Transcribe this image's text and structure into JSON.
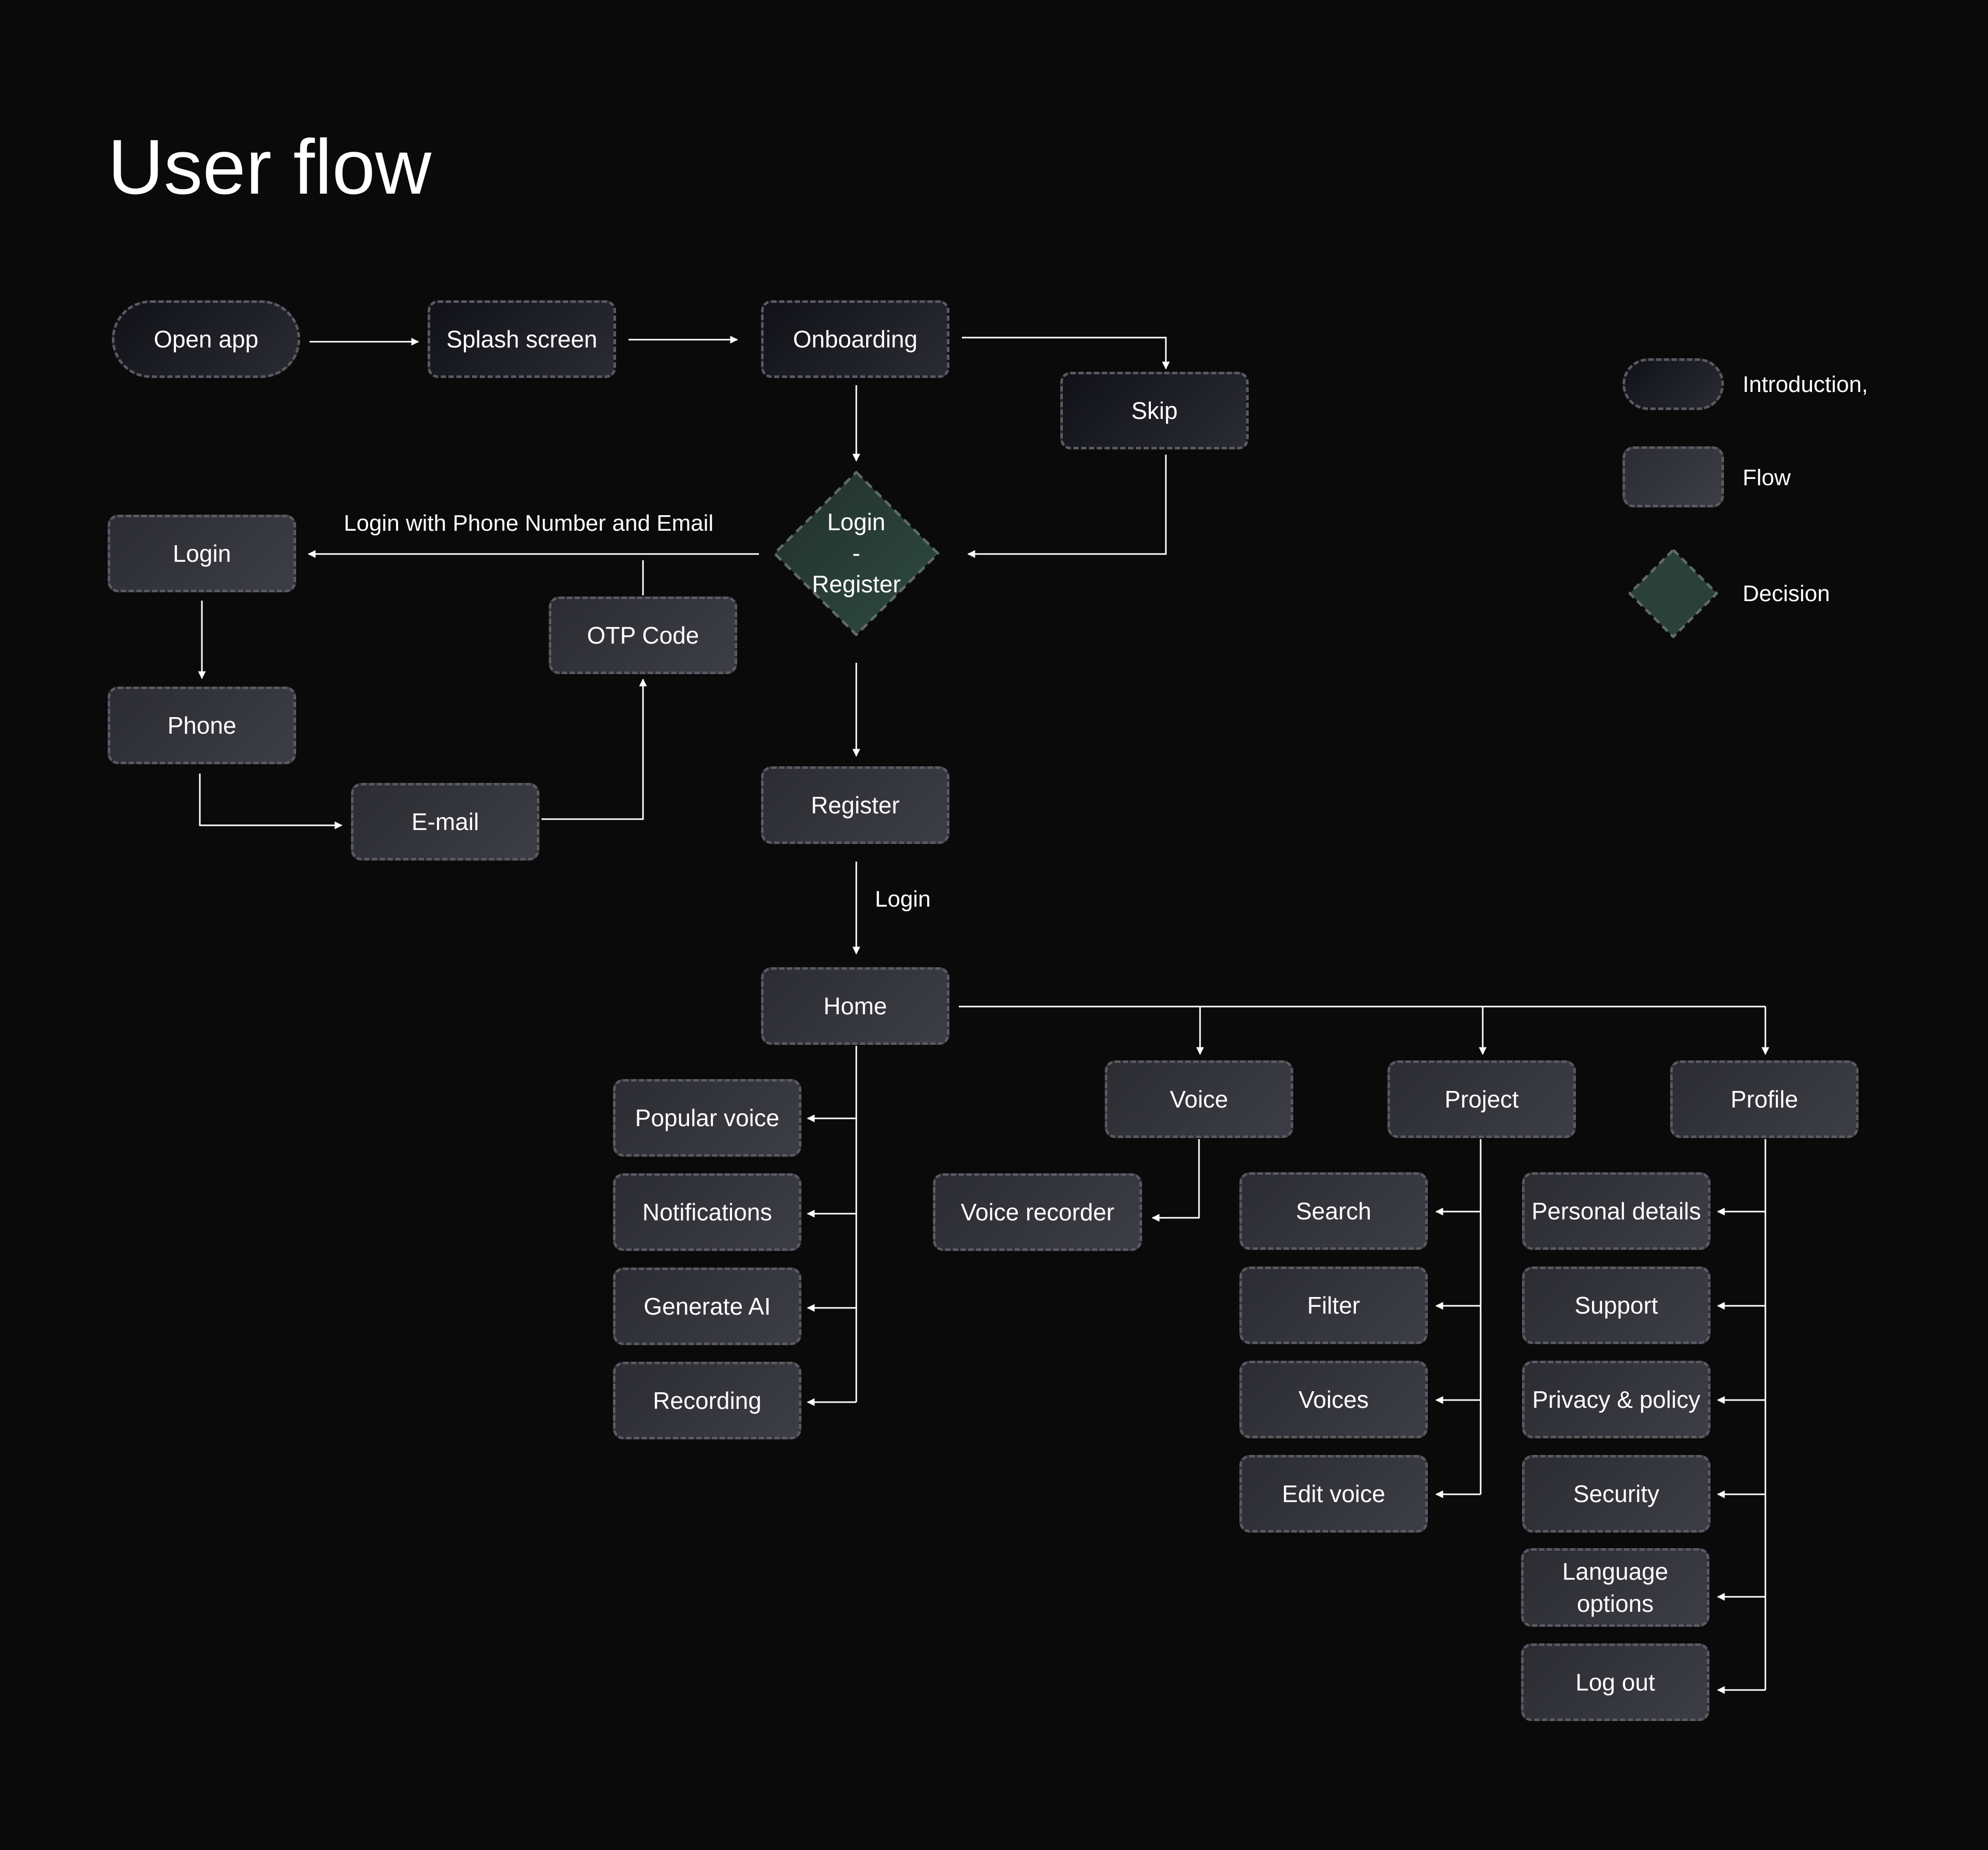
{
  "title": "User flow",
  "colors": {
    "background": "#0a0a0a",
    "intro_node": "#1c1c24",
    "flow_node": "#35353d",
    "decision_node": "#2a4038",
    "line": "#ffffff",
    "dash_border": "#5a5a63"
  },
  "nodes": {
    "open_app": "Open app",
    "splash": "Splash screen",
    "onboarding": "Onboarding",
    "skip": "Skip",
    "decision_line1": "Login",
    "decision_line2": "-",
    "decision_line3": "Register",
    "login": "Login",
    "phone": "Phone",
    "email": "E-mail",
    "otp": "OTP Code",
    "register": "Register",
    "home": "Home",
    "popular_voice": "Popular voice",
    "notifications": "Notifications",
    "generate_ai": "Generate AI",
    "recording": "Recording",
    "voice": "Voice",
    "voice_recorder": "Voice recorder",
    "project": "Project",
    "search": "Search",
    "filter": "Filter",
    "voices": "Voices",
    "edit_voice": "Edit voice",
    "profile": "Profile",
    "personal_details": "Personal details",
    "support": "Support",
    "privacy_policy": "Privacy & policy",
    "security": "Security",
    "language_line1": "Language",
    "language_line2": "options",
    "log_out": "Log out"
  },
  "edge_labels": {
    "login_with": "Login with Phone Number and Email",
    "register_to_home": "Login"
  },
  "legend": {
    "introduction": "Introduction,",
    "flow": "Flow",
    "decision": "Decision"
  }
}
